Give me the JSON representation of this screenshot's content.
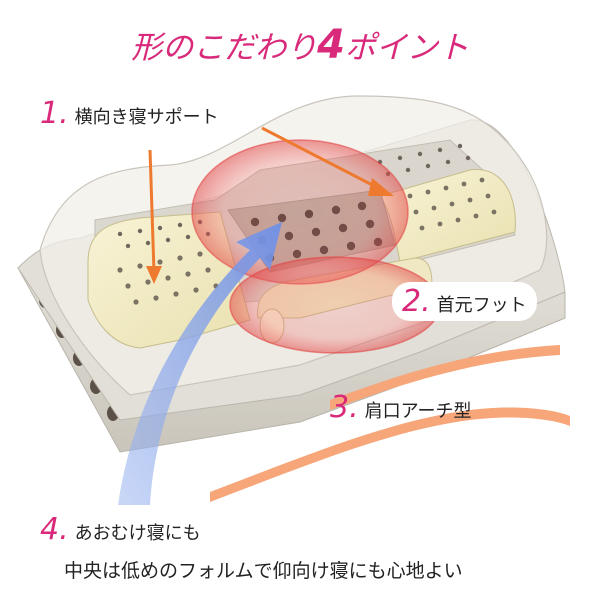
{
  "title": {
    "prefix": "形のこだわり",
    "number": "4",
    "suffix": "ポイント"
  },
  "points": [
    {
      "num": "1.",
      "text": "横向き寝サポート"
    },
    {
      "num": "2.",
      "text": "首元フット"
    },
    {
      "num": "3.",
      "text": "肩口アーチ型"
    },
    {
      "num": "4.",
      "text": "あおむけ寝にも"
    }
  ],
  "note": "中央は低めのフォルムで仰向け寝にも心地よい",
  "colors": {
    "accent": "#d9297a",
    "arrow": "#ee7a30",
    "blue_arrow": "#7f9fe8",
    "foam_yellow": "#f3edc4",
    "base_gray": "#dad7cf"
  }
}
